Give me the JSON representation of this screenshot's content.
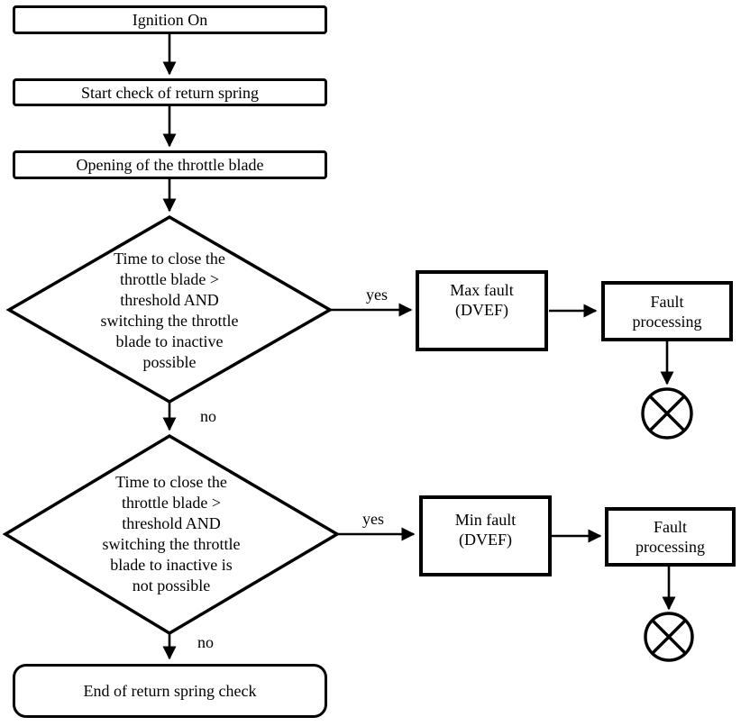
{
  "diagram": {
    "background": "#ffffff",
    "stroke_color": "#000000",
    "nodes": {
      "ignition_on": {
        "type": "process",
        "label": "Ignition On"
      },
      "start_check": {
        "type": "process",
        "label": "Start check of return spring"
      },
      "opening_blade": {
        "type": "process",
        "label": "Opening of the throttle blade"
      },
      "decision_max": {
        "type": "decision",
        "label": "Time to close the\nthrottle blade >\nthreshold AND\nswitching the throttle\nblade to inactive\npossible"
      },
      "max_fault": {
        "type": "process",
        "label": "Max fault\n(DVEF)"
      },
      "fault_processing_top": {
        "type": "process",
        "label": "Fault\nprocessing"
      },
      "terminator_top": {
        "type": "end-symbol",
        "label": ""
      },
      "decision_min": {
        "type": "decision",
        "label": "Time to close the\nthrottle blade >\nthreshold AND\nswitching the throttle\nblade to inactive is\nnot possible"
      },
      "min_fault": {
        "type": "process",
        "label": "Min fault\n(DVEF)"
      },
      "fault_processing_bottom": {
        "type": "process",
        "label": "Fault\nprocessing"
      },
      "terminator_bottom": {
        "type": "end-symbol",
        "label": ""
      },
      "end_check": {
        "type": "terminator",
        "label": "End of return spring check"
      }
    },
    "edge_labels": {
      "decision_max_yes": "yes",
      "decision_max_no": "no",
      "decision_min_yes": "yes",
      "decision_min_no": "no"
    }
  }
}
